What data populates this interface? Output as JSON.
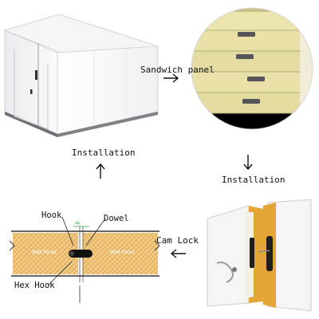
{
  "steps": {
    "sandwich_panel": "Sandwich panel",
    "installation_right": "Installation",
    "cam_lock": "Cam Lock",
    "installation_left": "Installation"
  },
  "detail": {
    "hook": "Hook",
    "dowel": "Dowel",
    "hex_hook": "Hex Hook",
    "wall_panel_left": "Wall Panel",
    "wall_panel_right": "Wall Panel"
  },
  "colors": {
    "panel_yellow": "#e7dfa8",
    "foam_orange": "#e3a536",
    "accent_green": "#2ea84a",
    "metal_white": "#f3f3f1"
  }
}
